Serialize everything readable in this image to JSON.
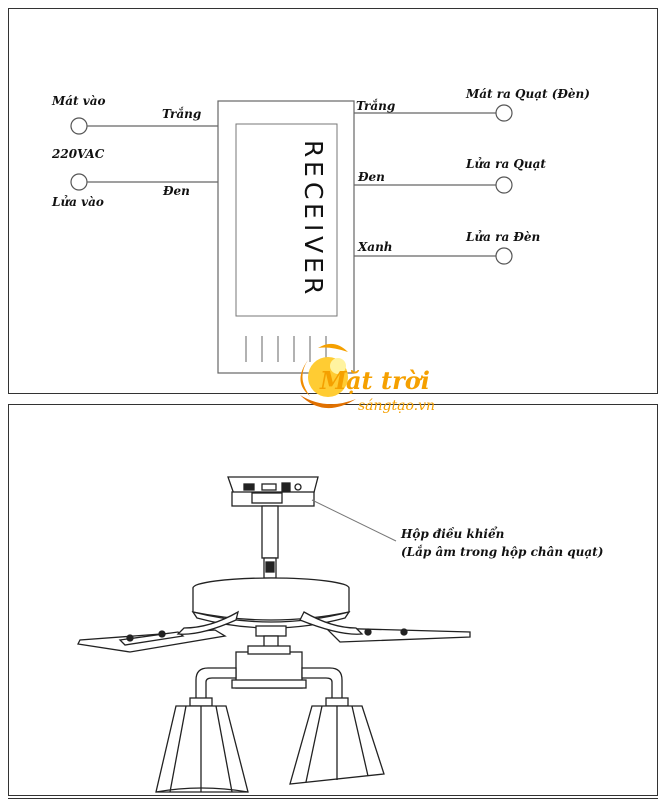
{
  "wiring": {
    "input_neutral": "Mát vào",
    "input_voltage": "220VAC",
    "input_live": "Lửa vào",
    "wire_white_in": "Trắng",
    "wire_black_in": "Đen",
    "wire_white_out": "Trắng",
    "wire_black_out": "Đen",
    "wire_blue_out": "Xanh",
    "out_neutral": "Mát ra Quạt (Đèn)",
    "out_fan": "Lửa ra Quạt",
    "out_light": "Lửa ra Đèn",
    "receiver_letters": [
      "R",
      "E",
      "C",
      "E",
      "I",
      "V",
      "E",
      "R"
    ]
  },
  "fan": {
    "callout_title": "Hộp điều khiển",
    "callout_note": "(Lắp âm trong hộp chân quạt)"
  },
  "logo": {
    "brand": "ặt trời",
    "brand_initial": "M",
    "sub": "sángtạo.vn"
  }
}
